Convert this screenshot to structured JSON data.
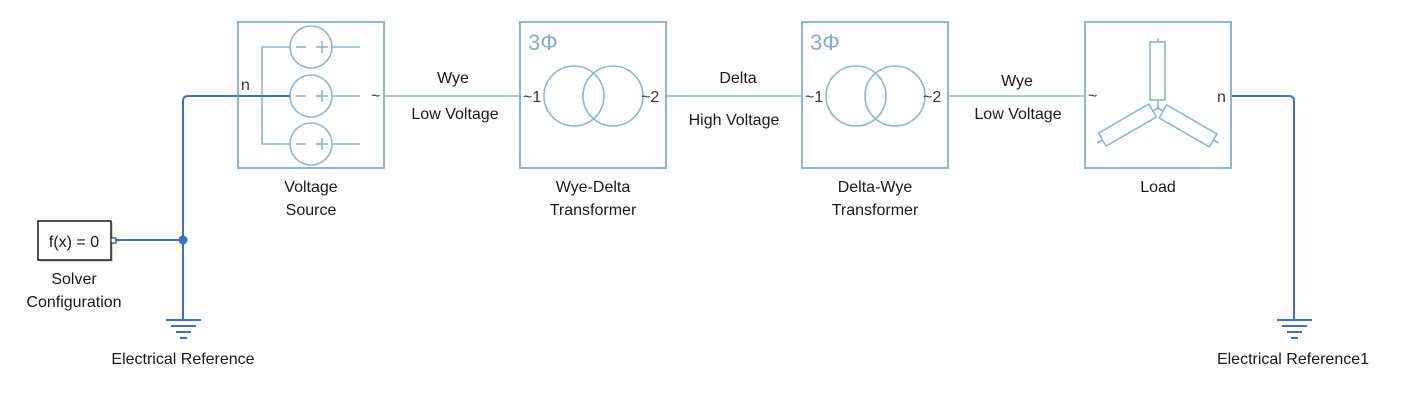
{
  "diagram": {
    "type": "simulink-simscape-model",
    "colors": {
      "block_border": "#8cb8d2",
      "ac_line": "#8cb8d2",
      "electrical_line": "#3a6fd8",
      "text": "#1a1a1a"
    },
    "blocks": {
      "voltage_source": {
        "name_line1": "Voltage",
        "name_line2": "Source",
        "port_n": "n",
        "port_ac": "~",
        "source_symbol": "− +"
      },
      "wye_delta_transformer": {
        "name_line1": "Wye-Delta",
        "name_line2": "Transformer",
        "phase_label": "3Φ",
        "port_1": "~1",
        "port_2": "~2"
      },
      "delta_wye_transformer": {
        "name_line1": "Delta-Wye",
        "name_line2": "Transformer",
        "phase_label": "3Φ",
        "port_1": "~1",
        "port_2": "~2"
      },
      "load": {
        "name": "Load",
        "port_ac": "~",
        "port_n": "n"
      },
      "solver_configuration": {
        "expression": "f(x) = 0",
        "name_line1": "Solver",
        "name_line2": "Configuration"
      },
      "electrical_reference": {
        "name": "Electrical Reference"
      },
      "electrical_reference1": {
        "name": "Electrical Reference1"
      }
    },
    "connections": {
      "source_to_t1": {
        "top": "Wye",
        "bottom": "Low Voltage"
      },
      "t1_to_t2": {
        "top": "Delta",
        "bottom": "High Voltage"
      },
      "t2_to_load": {
        "top": "Wye",
        "bottom": "Low Voltage"
      }
    }
  }
}
